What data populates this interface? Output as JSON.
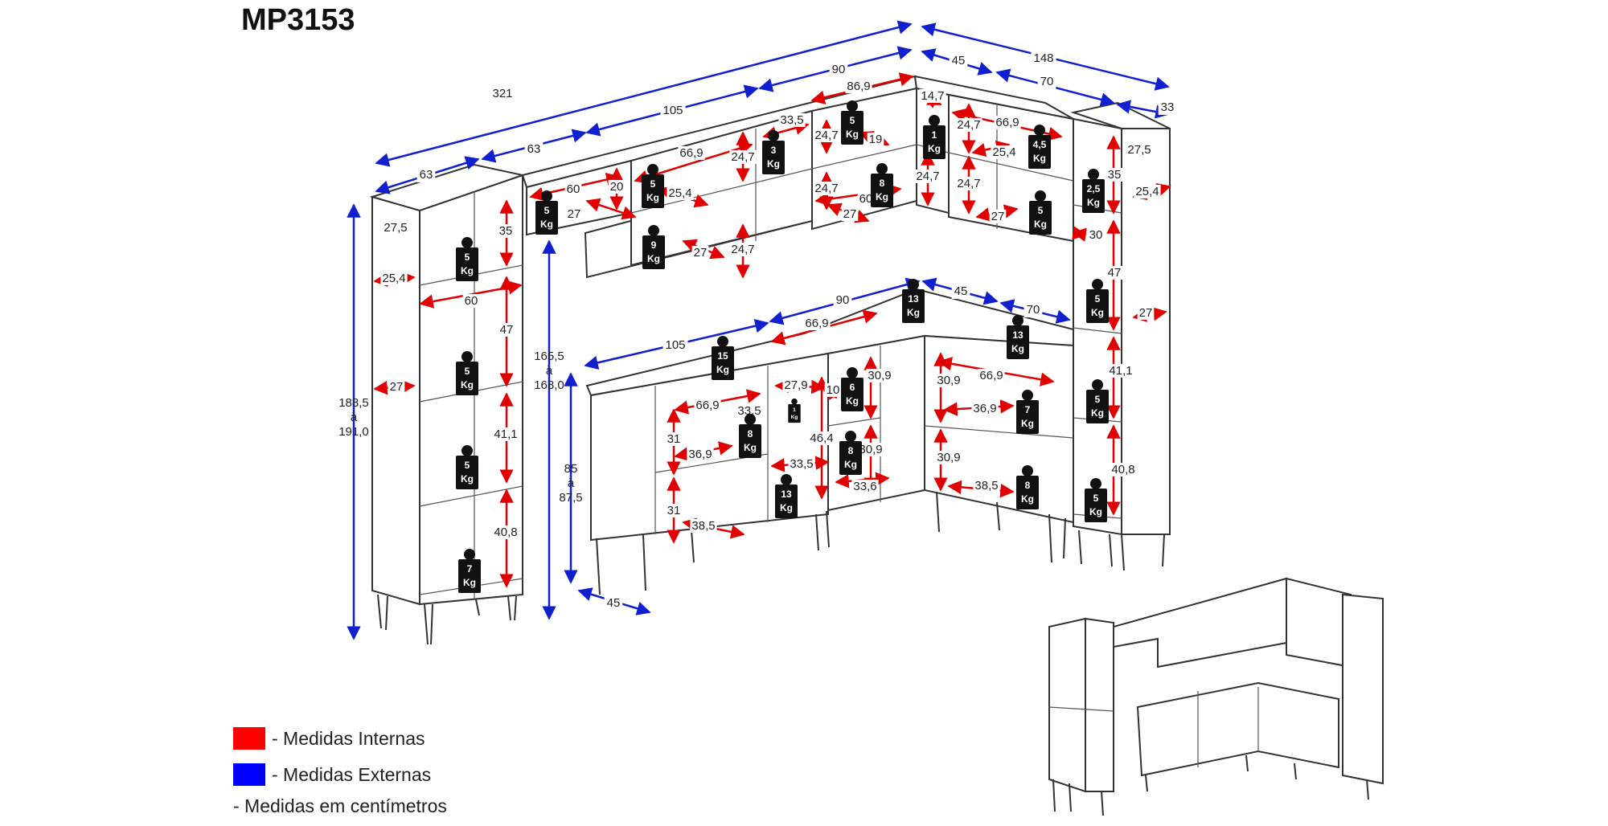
{
  "title": "MP3153",
  "legend": {
    "internal": "- Medidas Internas",
    "external": "- Medidas Externas",
    "units": "- Medidas em centímetros",
    "internal_color": "#ff0000",
    "external_color": "#0000ff"
  },
  "dimensions": {
    "external": [
      [
        "321"
      ],
      [
        "105"
      ],
      [
        "90"
      ],
      [
        "45"
      ],
      [
        "148"
      ],
      [
        "70"
      ],
      [
        "33"
      ],
      [
        "63"
      ],
      [
        "63"
      ],
      [
        "27,5"
      ],
      [
        "27,5"
      ],
      [
        "188,5",
        "à",
        "191,0"
      ],
      [
        "165,5",
        "à",
        "168,0"
      ],
      [
        "85",
        "à",
        "87,5"
      ],
      [
        "45"
      ],
      [
        "105"
      ],
      [
        "90"
      ],
      [
        "45"
      ],
      [
        "70"
      ]
    ],
    "internal": [
      "25,4",
      "35",
      "60",
      "47",
      "27",
      "41,1",
      "40,8",
      "60",
      "20",
      "27",
      "66,9",
      "25,4",
      "27",
      "24,7",
      "24,7",
      "33,5",
      "86,9",
      "24,7",
      "19",
      "24,7",
      "60",
      "27",
      "14,7",
      "24,7",
      "24,7",
      "66,9",
      "25,4",
      "24,7",
      "27",
      "35",
      "25,4",
      "30",
      "47",
      "27",
      "41,1",
      "40,8",
      "66,9",
      "33,5",
      "31",
      "36,9",
      "31",
      "38,5",
      "27,9",
      "10",
      "46,4",
      "33,5",
      "30,9",
      "30,9",
      "33,6",
      "66,9",
      "30,9",
      "66,9",
      "36,9",
      "30,9",
      "38,5"
    ]
  },
  "weights": {
    "unit": "Kg",
    "values": [
      "5",
      "5",
      "5",
      "7",
      "5",
      "5",
      "9",
      "3",
      "5",
      "1",
      "8",
      "4,5",
      "5",
      "2,5",
      "5",
      "5",
      "5",
      "15",
      "13",
      "13",
      "8",
      "13",
      "6",
      "8",
      "7",
      "8",
      "1"
    ]
  }
}
